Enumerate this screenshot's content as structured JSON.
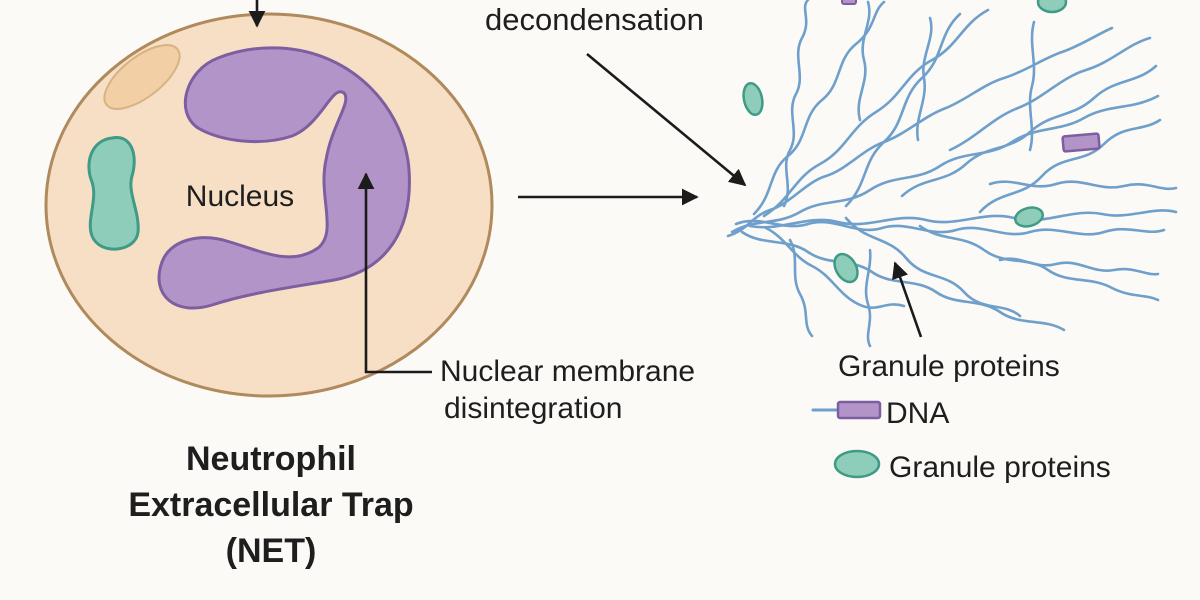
{
  "labels": {
    "decondensation": "decondensation",
    "nucleus": "Nucleus",
    "nuclear_membrane_line1": "Nuclear membrane",
    "nuclear_membrane_line2": "disintegration",
    "granule_proteins_pointer": "Granule proteins",
    "title_line1": "Neutrophil",
    "title_line2": "Extracellular Trap",
    "title_line3": "(NET)"
  },
  "legend": {
    "items": [
      {
        "label": "DNA",
        "icon": "dna-fiber-icon"
      },
      {
        "label": "Granule proteins",
        "icon": "granule-protein-icon"
      }
    ]
  },
  "colors": {
    "background": "#fbfaf7",
    "cell_fill": "#f6dfc4",
    "cell_border": "#b08a5c",
    "nucleus_fill": "#b394c9",
    "nucleus_border": "#7d5ea0",
    "granule_fill": "#8fcdbb",
    "granule_border": "#3f9a86",
    "dna_fiber": "#6f9fcb",
    "histone_fill": "#b394c9",
    "arrow": "#1b1b1b",
    "text": "#1e1e1e"
  }
}
